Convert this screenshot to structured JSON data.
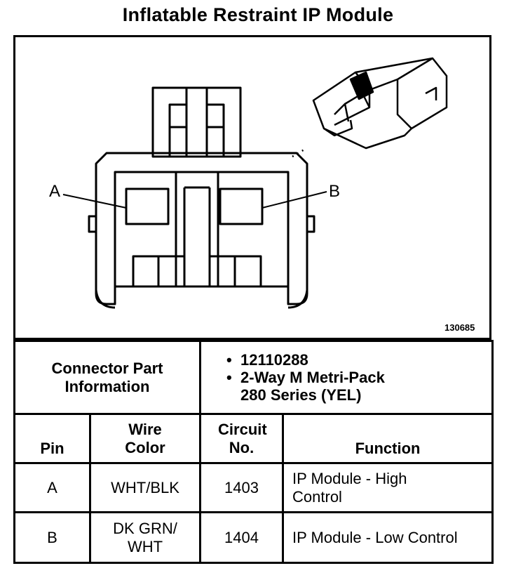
{
  "title": "Inflatable Restraint IP Module",
  "diagram": {
    "pin_a_label": "A",
    "pin_b_label": "B",
    "figure_id": "130685"
  },
  "connector": {
    "heading": "Connector Part Information",
    "items": [
      "12110288",
      "2-Way M Metri-Pack 280 Series (YEL)"
    ]
  },
  "table": {
    "headers": [
      "Pin",
      "Wire Color",
      "Circuit No.",
      "Function"
    ],
    "rows": [
      [
        "A",
        "WHT/BLK",
        "1403",
        "IP Module - High Control"
      ],
      [
        "B",
        "DK GRN/ WHT",
        "1404",
        "IP Module - Low Control"
      ]
    ]
  }
}
